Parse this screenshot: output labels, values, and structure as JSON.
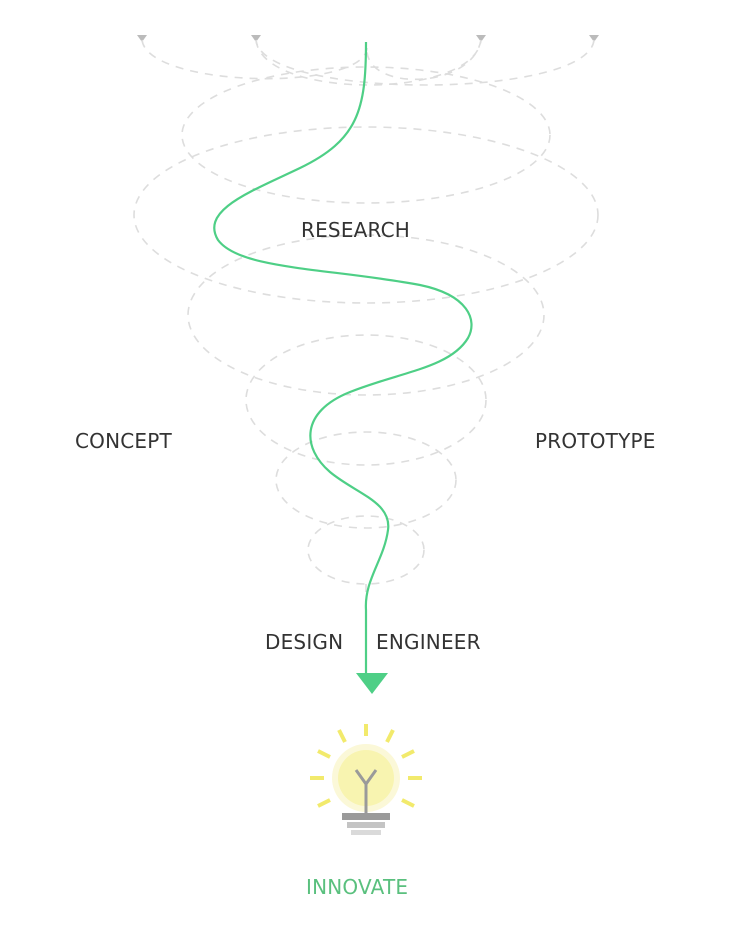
{
  "labels": {
    "research": "RESEARCH",
    "concept": "CONCEPT",
    "prototype": "PROTOTYPE",
    "design": "DESIGN",
    "engineer": "ENGINEER",
    "innovate": "INNOVATE"
  },
  "colors": {
    "text": "#333333",
    "accent_green": "#4ecf86",
    "innovate_green": "#5ac07e",
    "dashed_gray": "#dddddd",
    "bulb_yellow": "#f2ea6c",
    "bulb_glass": "#f8f4b0",
    "bulb_base": "#9a9a9a"
  },
  "icons": {
    "source_markers": "triangle-down-icon",
    "arrow_head": "arrow-down-icon",
    "result": "lightbulb-icon"
  }
}
